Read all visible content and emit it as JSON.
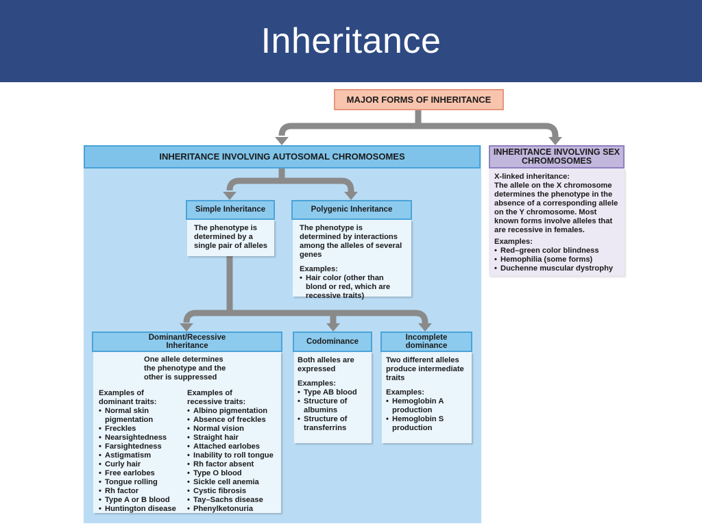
{
  "slide": {
    "title": "Inheritance"
  },
  "colors": {
    "title_bar": "#2f4a82",
    "major_header": "#f8c4ae",
    "autosomal_header": "#7fc3ea",
    "autosomal_background": "#b9dcf4",
    "sex_header": "#c1b7dc",
    "connector": "#8a8a8a"
  },
  "major": {
    "label": "MAJOR FORMS OF INHERITANCE"
  },
  "autosomal": {
    "label": "INHERITANCE INVOLVING AUTOSOMAL CHROMOSOMES",
    "simple": {
      "label": "Simple Inheritance",
      "description": "The phenotype is determined by a single pair of alleles"
    },
    "polygenic": {
      "label": "Polygenic Inheritance",
      "description": "The phenotype is determined by interactions among the alleles of several genes",
      "examples_label": "Examples:",
      "examples": [
        "Hair color (other than blond or red, which are recessive traits)"
      ]
    },
    "dominant_recessive": {
      "label": "Dominant/Recessive Inheritance",
      "description": "One allele determines the phenotype and the other is suppressed",
      "dominant_label": "Examples of dominant traits:",
      "dominant_traits": [
        "Normal skin pigmentation",
        "Freckles",
        "Nearsightedness",
        "Farsightedness",
        "Astigmatism",
        "Curly hair",
        "Free earlobes",
        "Tongue rolling",
        "Rh factor",
        "Type A or B blood",
        "Huntington disease"
      ],
      "recessive_label": "Examples of recessive traits:",
      "recessive_traits": [
        "Albino pigmentation",
        "Absence of freckles",
        "Normal vision",
        "Straight hair",
        "Attached earlobes",
        "Inability to roll tongue",
        "Rh factor absent",
        "Type O blood",
        "Sickle cell anemia",
        "Cystic fibrosis",
        "Tay–Sachs disease",
        "Phenylketonuria"
      ]
    },
    "codominance": {
      "label": "Codominance",
      "description": "Both alleles are expressed",
      "examples_label": "Examples:",
      "examples": [
        "Type AB blood",
        "Structure of albumins",
        "Structure of transferrins"
      ]
    },
    "incomplete": {
      "label": "Incomplete dominance",
      "description": "Two different alleles produce intermediate traits",
      "examples_label": "Examples:",
      "examples": [
        "Hemoglobin A production",
        "Hemoglobin S production"
      ]
    }
  },
  "sex": {
    "label": "INHERITANCE INVOLVING SEX CHROMOSOMES",
    "xlinked_title": "X-linked inheritance:",
    "description": "The allele on the X chromosome determines the phenotype in the absence of a corresponding allele on the Y chromosome. Most known forms involve alleles that are recessive in females.",
    "examples_label": "Examples:",
    "examples": [
      "Red–green color blindness",
      "Hemophilia (some forms)",
      "Duchenne muscular dystrophy"
    ]
  }
}
